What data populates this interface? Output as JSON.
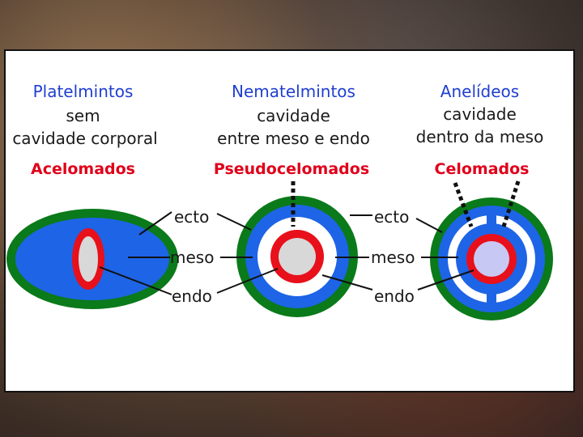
{
  "groups": [
    {
      "line1": "Platelmintos",
      "line2": "sem",
      "line3": "cavidade corporal",
      "title": "Acelomados"
    },
    {
      "line1": "Nematelmintos",
      "line2": "cavidade",
      "line3": "entre meso e endo",
      "title": "Pseudocelomados"
    },
    {
      "line1": "Anelídeos",
      "line2": "cavidade",
      "line3": "dentro da meso",
      "title": "Celomados"
    }
  ],
  "layers": {
    "left": {
      "ecto": "ecto",
      "meso": "meso",
      "endo": "endo"
    },
    "right": {
      "ecto": "ecto",
      "meso": "meso",
      "endo": "endo"
    }
  },
  "colors": {
    "ectoderm": "#0a7a1a",
    "mesoderm": "#1e64e6",
    "endoderm": "#e8101a",
    "gut": "#d8d8d8",
    "gut_coelomate": "#c8c8f5",
    "cavity": "#ffffff",
    "title": "#e0001a",
    "header_text": "#1f3fd0"
  }
}
